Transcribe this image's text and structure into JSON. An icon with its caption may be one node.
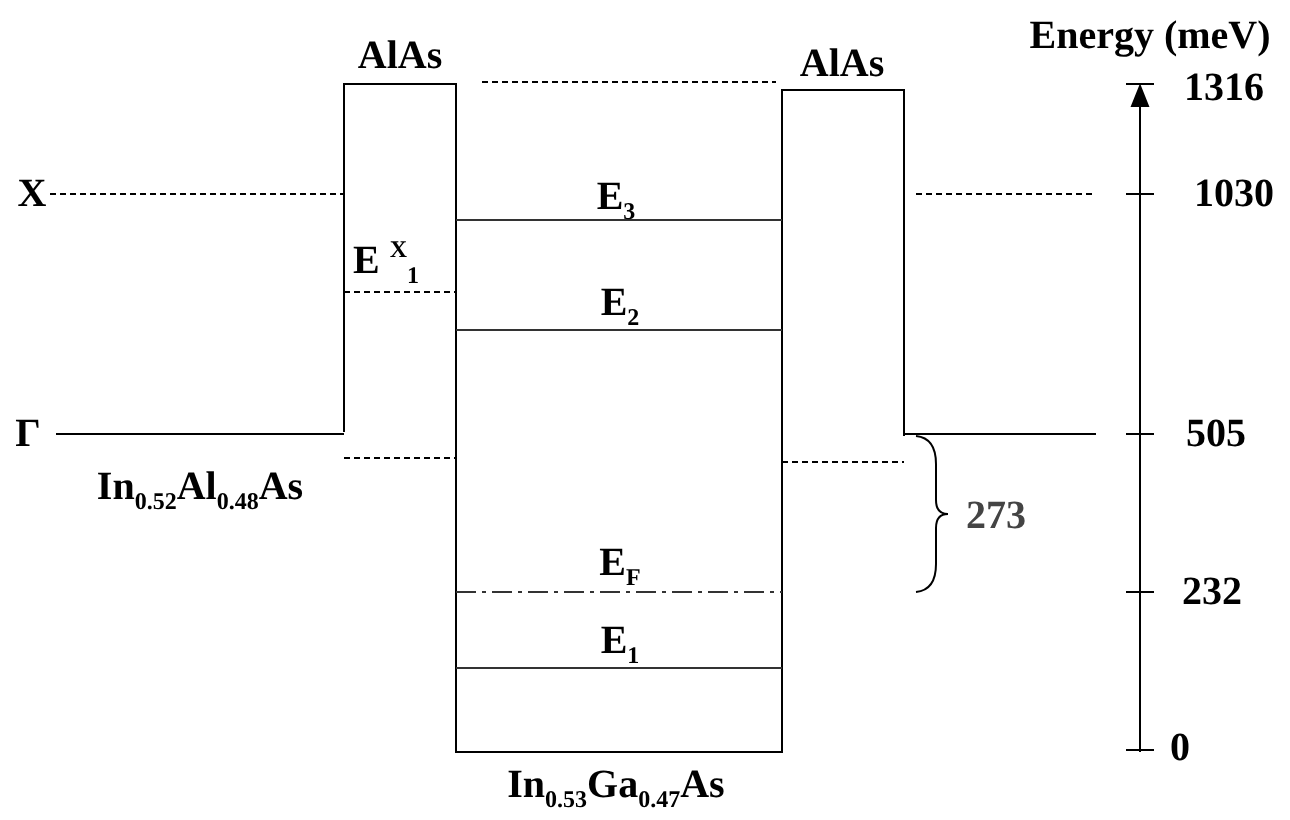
{
  "diagram": {
    "labels": [
      "Energy (meV)",
      "AlAs",
      "AlAs",
      "1316",
      "X",
      "1030",
      "E$_{3}$",
      "E $^{X}$$_{1}$",
      "E$_{2}$",
      "Γ",
      "505",
      "In$_{0.52}$Al$_{0.48}$As",
      "273",
      "E$_{F}$",
      "232",
      "E$_{1}$",
      "0",
      "In$_{0.53}$Ga$_{0.47}$As"
    ]
  }
}
